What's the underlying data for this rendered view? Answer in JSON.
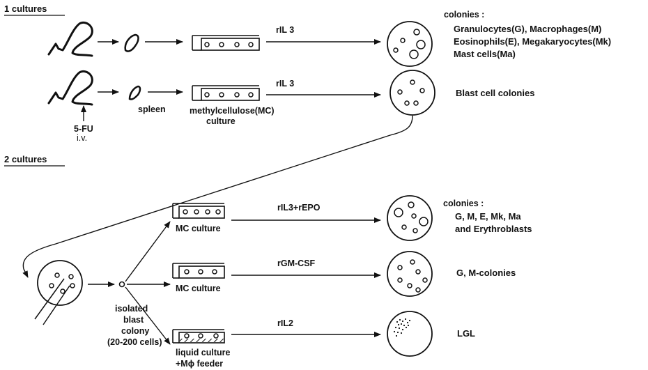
{
  "section1": {
    "title": "1  cultures"
  },
  "section2": {
    "title": "2  cultures"
  },
  "row1": {
    "factor": "rIL 3",
    "result_heading": "colonies :",
    "result_lines": [
      "Granulocytes(G), Macrophages(M)",
      "Eosinophils(E), Megakaryocytes(Mk)",
      "Mast cells(Ma)"
    ]
  },
  "row2": {
    "factor": "rIL 3",
    "treatment": "5-FU",
    "treatment_route": "i.v.",
    "organ": "spleen",
    "culture_line1": "methylcellulose(MC)",
    "culture_line2": "culture",
    "result": "Blast cell colonies"
  },
  "isolated": {
    "lines": [
      "isolated",
      "blast",
      "colony",
      "(20-200 cells)"
    ]
  },
  "branchA": {
    "culture": "MC culture",
    "factor": "rIL3+rEPO",
    "result_heading": "colonies :",
    "result_lines": [
      "G, M, E, Mk, Ma",
      "and Erythroblasts"
    ]
  },
  "branchB": {
    "culture": "MC culture",
    "factor": "rGM-CSF",
    "result": "G, M-colonies"
  },
  "branchC": {
    "culture_line1": "liquid culture",
    "culture_line2": "+Mϕ feeder",
    "factor": "rIL2",
    "result": "LGL"
  }
}
